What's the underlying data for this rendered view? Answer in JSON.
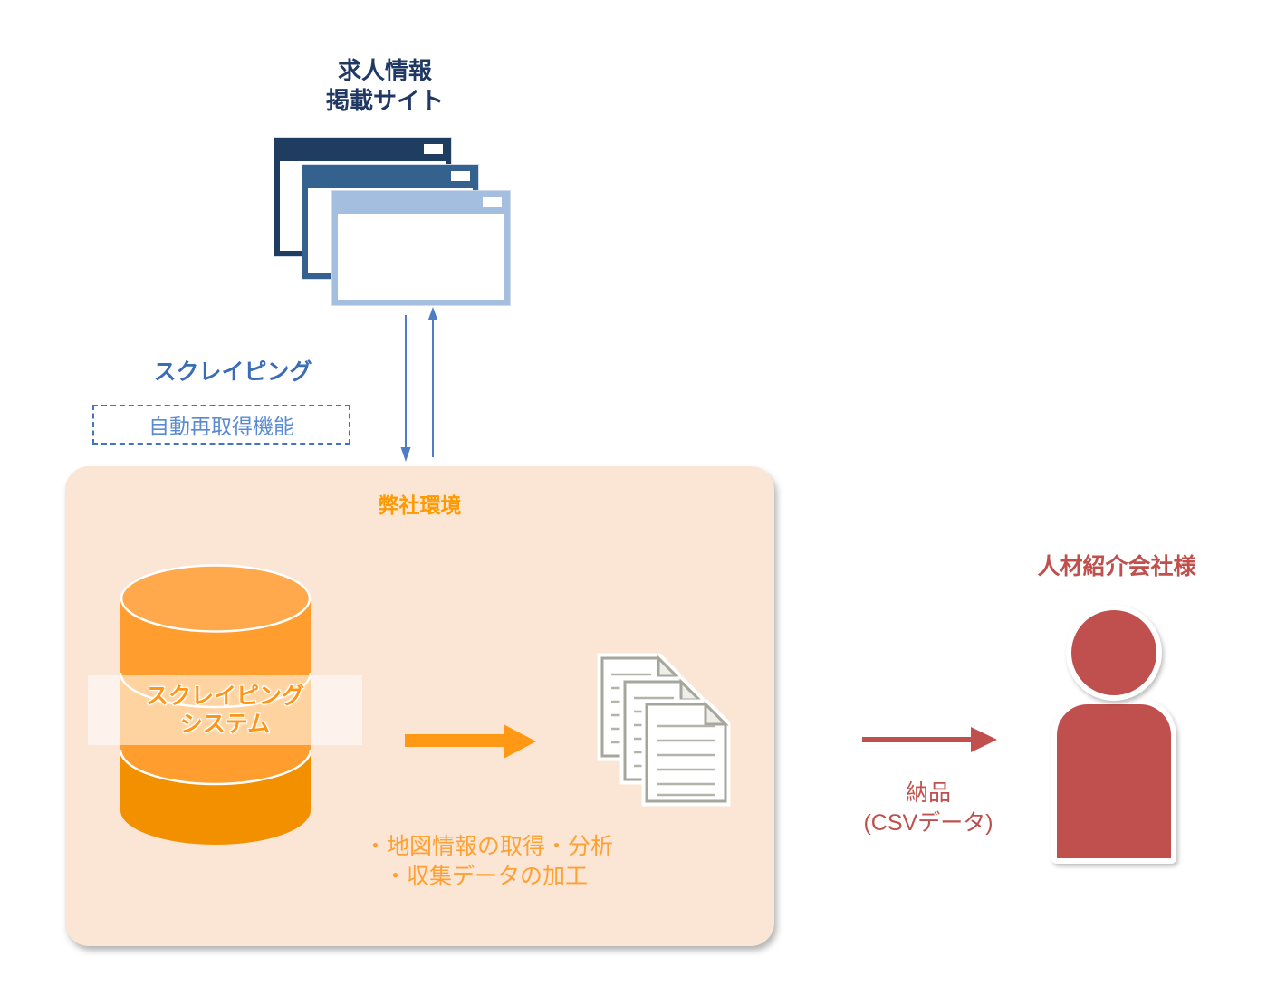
{
  "source_sites": {
    "title_line1": "求人情報",
    "title_line2": "掲載サイト"
  },
  "scraping": {
    "label": "スクレイピング",
    "auto_feature": "自動再取得機能"
  },
  "environment": {
    "title": "弊社環境",
    "system_line1": "スクレイピング",
    "system_line2": "システム",
    "notes": [
      "・地図情報の取得・分析",
      "・収集データの加工"
    ]
  },
  "delivery": {
    "line1": "納品",
    "line2": "(CSVデータ)"
  },
  "client": {
    "title": "人材紹介会社様"
  },
  "icons": {
    "browser_windows": "stacked-browser-windows",
    "database": "database-cylinder",
    "documents": "document-stack",
    "person": "person-silhouette"
  },
  "colors": {
    "navy_text": "#1F3864",
    "window_back": "#1F3C61",
    "window_mid": "#35618F",
    "window_front": "#A4BEE0",
    "blue_arrow": "#4E7DC6",
    "blue_label": "#3A6CB7",
    "blue_feature_text": "#5A8AD2",
    "dashed_border": "#4472C4",
    "env_background": "#FBE5D4",
    "orange_title": "#FF9900",
    "orange_arrow": "#FF9915",
    "orange_notes": "#FFA033",
    "cylinder_main": "#FF9D2E",
    "cylinder_top": "#FFA84C",
    "cylinder_bottom": "#F29000",
    "doc_border": "#A6A69C",
    "red_accent": "#C0504D"
  }
}
